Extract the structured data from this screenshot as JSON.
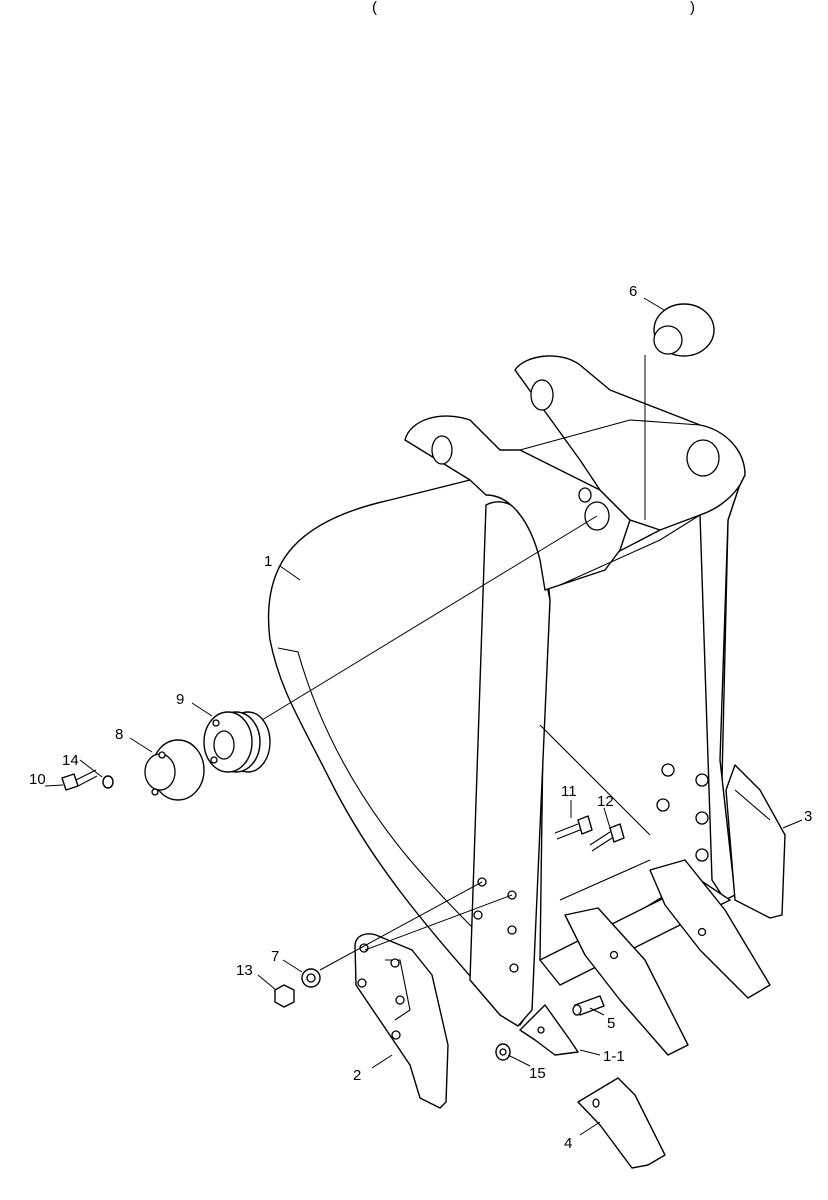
{
  "header": {
    "partial_title_text": "(",
    "partial_title_end": ")"
  },
  "callouts": [
    {
      "id": "c1",
      "label": "1"
    },
    {
      "id": "c1-1",
      "label": "1-1"
    },
    {
      "id": "c2",
      "label": "2"
    },
    {
      "id": "c3",
      "label": "3"
    },
    {
      "id": "c4",
      "label": "4"
    },
    {
      "id": "c5",
      "label": "5"
    },
    {
      "id": "c6",
      "label": "6"
    },
    {
      "id": "c7",
      "label": "7"
    },
    {
      "id": "c8",
      "label": "8"
    },
    {
      "id": "c9",
      "label": "9"
    },
    {
      "id": "c10",
      "label": "10"
    },
    {
      "id": "c11",
      "label": "11"
    },
    {
      "id": "c12",
      "label": "12"
    },
    {
      "id": "c13",
      "label": "13"
    },
    {
      "id": "c14",
      "label": "14"
    },
    {
      "id": "c15",
      "label": "15"
    }
  ]
}
